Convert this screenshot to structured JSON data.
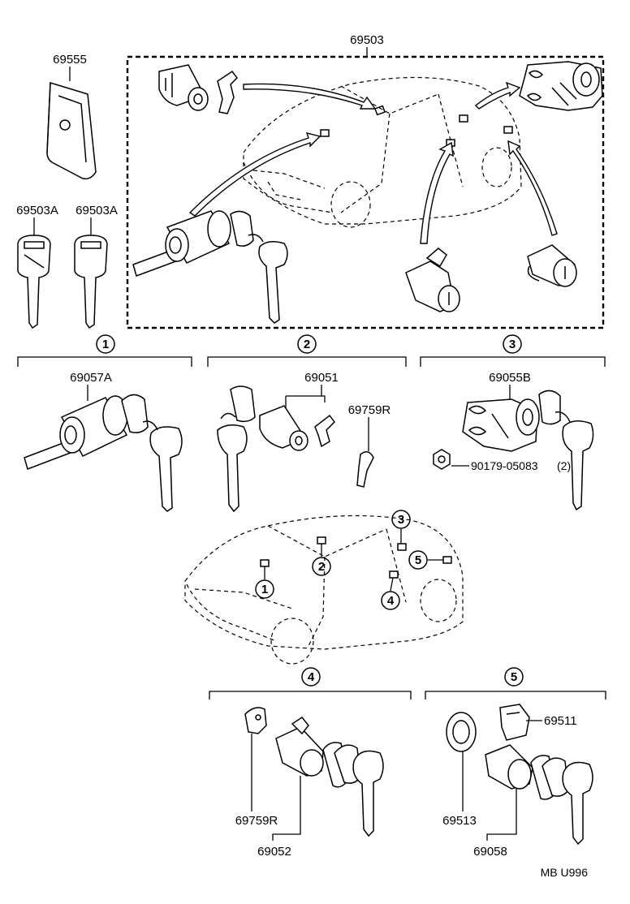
{
  "part_numbers": {
    "main_set": "69503",
    "key_case": "69555",
    "key_a": "69503A",
    "key_b": "69503A",
    "ignition_cylinder": "69057A",
    "door_cylinder_front": "69051",
    "door_retainer_front": "69759R",
    "hatch_cylinder": "69055B",
    "hatch_nut": "90179-05083",
    "hatch_nut_qty": "(2)",
    "rear_door_retainer": "69759R",
    "rear_door_cylinder": "69052",
    "rear_hatch_clip": "69511",
    "rear_hatch_pad": "69513",
    "rear_hatch_cylinder": "69058"
  },
  "callouts": [
    "1",
    "2",
    "3",
    "4",
    "5"
  ],
  "drawing_code": "MB U996"
}
